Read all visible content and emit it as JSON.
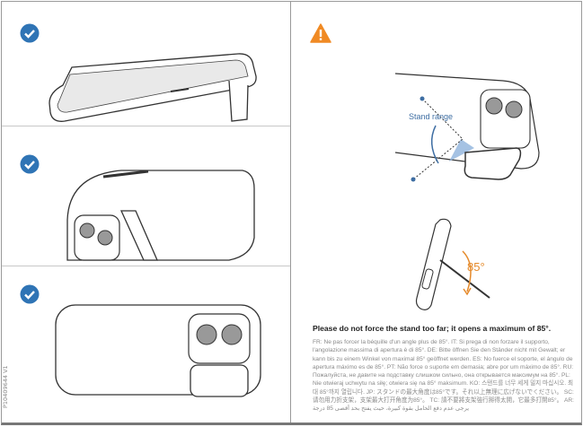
{
  "left_panel": {
    "steps": [
      {
        "icon": "check-circle-icon"
      },
      {
        "icon": "check-circle-icon"
      },
      {
        "icon": "check-circle-icon"
      }
    ],
    "doc_code": "P10409644 V1"
  },
  "right_panel": {
    "icon": "warning-triangle-icon",
    "range_label": "Stand range",
    "angle_label": "85°",
    "headline": "Please do not force the stand too far; it opens a maximum of 85°.",
    "translations": "FR: Ne pas forcer la béquille d'un angle plus de 85°.  IT: Si prega di non forzare il supporto, l'angolazione massima di apertura è di 85°.  DE: Bitte öffnen Sie den Ständer nicht mit Gewalt; er kann bis zu einem Winkel von maximal 85° geöffnet werden.  ES: No fuerce el soporte, el ángulo de apertura máximo es de 85°.  PT: Não force o suporte em demasia; abre por um máximo de 85°.  RU: Пожалуйста, не давите на подставку слишком сильно, она открывается максимум на 85°.  PL: Nie otwieraj uchwytu na siłę; otwiera się na 85° maksimum.  KO: 스탠드를 너무 세게 밀지 마십시오. 최대 85°까지 열립니다.  JP: スタンドの最大角度は85°です。それ以上無理に広げないでください。  SC: 请勿用力折支架，支架最大打开角度为85°。  TC: 請不要將支架強行掰得太開，它最多打開85°。  AR: يرجى عدم دفع الحامل بقوة كبيرة، حيث يفتح بحد أقصى 85 درجة"
  },
  "colors": {
    "check": "#2f74b5",
    "warning": "#f08a24",
    "accent_blue": "#3e6ea3",
    "range_fill": "#8fb3dc"
  }
}
